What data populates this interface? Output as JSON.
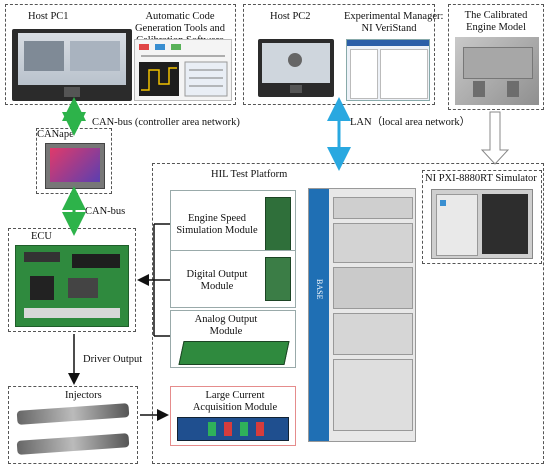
{
  "host_pc1": {
    "title": "Host PC1",
    "software": "Automatic Code Generation Tools and Calibration Software"
  },
  "host_pc2": {
    "title": "Host PC2",
    "manager_line1": "Experimental Manager:",
    "manager_line2": "NI VeriStand"
  },
  "engine_model": {
    "line1": "The Calibrated",
    "line2": "Engine Model"
  },
  "canape": {
    "title": "CANape"
  },
  "links": {
    "can_bus_full": "CAN-bus (controller area network)",
    "can_bus": "CAN-bus",
    "lan": "LAN（local area network）",
    "driver_output": "Driver Output"
  },
  "ecu": {
    "title": "ECU"
  },
  "injectors": {
    "title": "Injectors"
  },
  "hil": {
    "title": "HIL Test Platform"
  },
  "simulator": {
    "title": "NI PXI-8880RT Simulator"
  },
  "modules": [
    {
      "line1": "Engine Speed",
      "line2": "Simulation Module"
    },
    {
      "line1": "Digital Output",
      "line2": "Module"
    },
    {
      "line1": "Analog Output",
      "line2": "Module"
    },
    {
      "line1": "Large Current",
      "line2": "Acquisition Module"
    }
  ],
  "cabinet_label": "BASE",
  "colors": {
    "can_arrow": "#2db34a",
    "lan_arrow": "#29a8e0",
    "module_border": "#e58c8c",
    "cabinet_blue": "#1f6fb4"
  }
}
